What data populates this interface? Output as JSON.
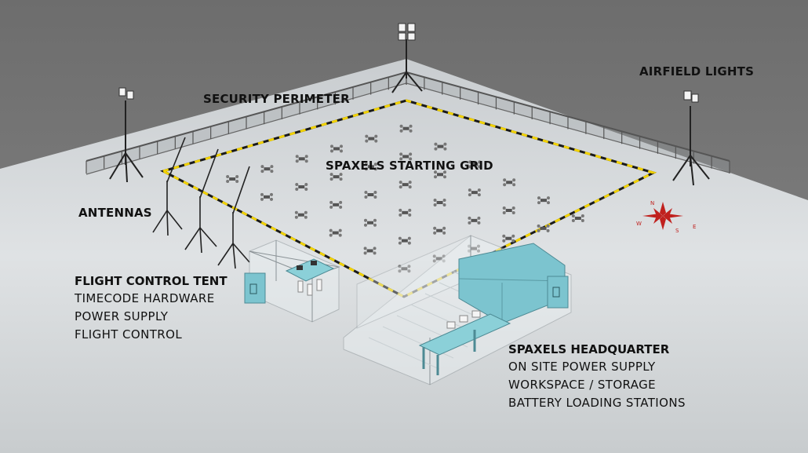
{
  "labels": {
    "security_perimeter": "SECURITY PERIMETER",
    "airfield_lights": "AIRFIELD LIGHTS",
    "starting_grid": "SPAXELS STARTING GRID",
    "antennas": "ANTENNAS",
    "flight_control": {
      "title": "FLIGHT CONTROL TENT",
      "items": [
        "TIMECODE HARDWARE",
        "POWER SUPPLY",
        "FLIGHT CONTROL"
      ]
    },
    "headquarter": {
      "title": "SPAXELS HEADQUARTER",
      "items": [
        "ON SITE POWER SUPPLY",
        "WORKSPACE / STORAGE",
        "BATTERY LOADING STATIONS"
      ]
    },
    "compass": {
      "north": "N",
      "south": "S",
      "east": "E",
      "west": "W"
    }
  },
  "colors": {
    "sky": "#7a7a7a",
    "ground": "#dcdfe1",
    "grid_line_yellow": "#f2d200",
    "grid_line_black": "#1a1a1a",
    "equipment_teal": "#7cc4cf",
    "compass_red": "#c0211e"
  }
}
